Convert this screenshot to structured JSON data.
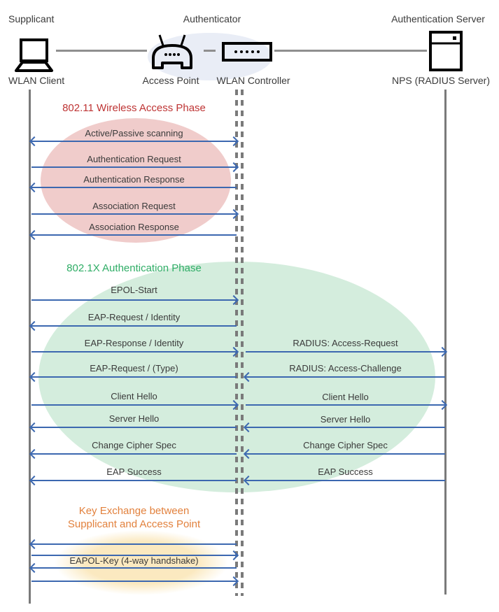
{
  "header": {
    "roles": [
      {
        "label": "Supplicant"
      },
      {
        "label": "Authenticator"
      },
      {
        "label": "Authentication Server"
      }
    ],
    "entities": [
      {
        "label": "WLAN Client",
        "icon": "laptop-icon"
      },
      {
        "label": "Access Point",
        "icon": "access-point-icon"
      },
      {
        "label": "WLAN Controller",
        "icon": "wlan-controller-icon"
      },
      {
        "label": "NPS (RADIUS Server)",
        "icon": "server-icon"
      }
    ]
  },
  "phases": [
    {
      "title": "802.11 Wireless Access Phase",
      "title_color": "#be3434",
      "fill_color": "#f0cccb"
    },
    {
      "title": "802.1X Authentication Phase",
      "title_color": "#2fad66",
      "fill_color": "#d4eddd"
    },
    {
      "title": "Key Exchange between Supplicant and Access Point",
      "title_lines": [
        "Key Exchange between",
        "Supplicant and Access Point"
      ],
      "title_color": "#e2813d",
      "fill_color": "#fbe9c0"
    }
  ],
  "messages": {
    "left": [
      {
        "label": "Active/Passive scanning",
        "direction": "both"
      },
      {
        "label": "Authentication Request",
        "direction": "right"
      },
      {
        "label": "Authentication Response",
        "direction": "left"
      },
      {
        "label": "Association Request",
        "direction": "right"
      },
      {
        "label": "Association Response",
        "direction": "left"
      },
      {
        "label": "EPOL-Start",
        "direction": "right"
      },
      {
        "label": "EAP-Request / Identity",
        "direction": "left"
      },
      {
        "label": "EAP-Response / Identity",
        "direction": "right"
      },
      {
        "label": "EAP-Request / (Type)",
        "direction": "left"
      },
      {
        "label": "Client Hello",
        "direction": "right"
      },
      {
        "label": "Server Hello",
        "direction": "left"
      },
      {
        "label": "Change Cipher Spec",
        "direction": "left"
      },
      {
        "label": "EAP Success",
        "direction": "left"
      },
      {
        "label": "",
        "direction": "left"
      },
      {
        "label": "",
        "direction": "right"
      },
      {
        "label": "EAPOL-Key (4-way handshake)",
        "direction": "left"
      },
      {
        "label": "",
        "direction": "right"
      }
    ],
    "right": [
      {
        "label": "RADIUS: Access-Request",
        "direction": "right"
      },
      {
        "label": "RADIUS: Access-Challenge",
        "direction": "left"
      },
      {
        "label": "Client Hello",
        "direction": "right"
      },
      {
        "label": "Server Hello",
        "direction": "left"
      },
      {
        "label": "Change Cipher Spec",
        "direction": "left"
      },
      {
        "label": "EAP Success",
        "direction": "left"
      }
    ]
  },
  "colors": {
    "arrow": "#3c68b0",
    "lifeline": "#7a7a7a",
    "authenticator_ellipse": "#e9edf6",
    "label_text": "#3a3a3a"
  }
}
